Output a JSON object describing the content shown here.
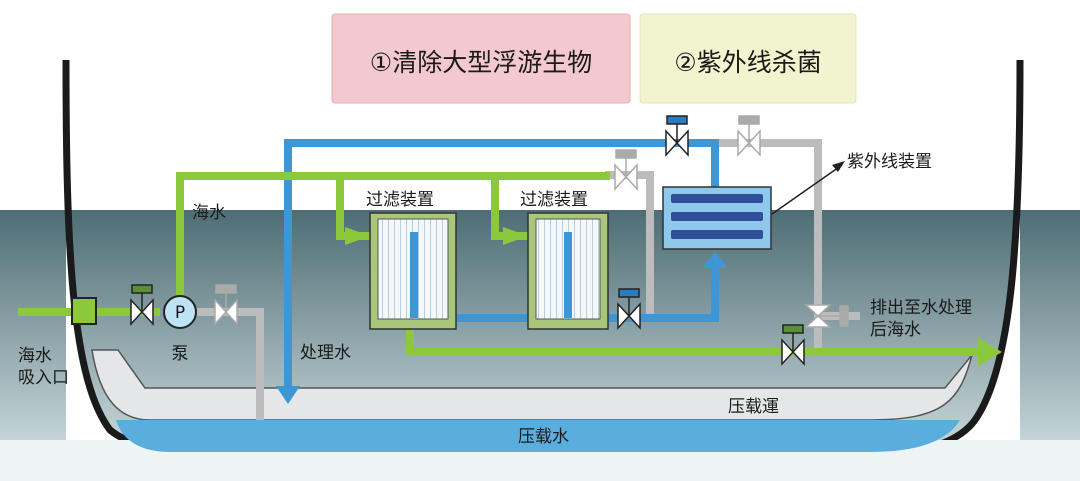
{
  "steps": {
    "step1": "①清除大型浮游生物",
    "step2": "②紫外线杀菌"
  },
  "labels": {
    "seawater": "海水",
    "filter1": "过滤装置",
    "filter2": "过滤装置",
    "uv_device": "紫外线装置",
    "inlet_line1": "海水",
    "inlet_line2": "吸入口",
    "pump": "泵",
    "pump_symbol": "P",
    "treated_water": "处理水",
    "discharge_line1": "排出至水处理",
    "discharge_line2": "后海水",
    "ballast_tank": "压载運",
    "ballast_water": "压载水"
  },
  "colors": {
    "sea": "#5f7f86",
    "ballast_water": "#5aaede",
    "seawater_pipe": "#8cc83c",
    "treated_pipe": "#3d97d6",
    "bypass_pipe": "#bcbcbc",
    "step1_box": "#f4c9cd",
    "step2_box": "#f2f4cf",
    "uv_box": "#8ec9ec",
    "lamp": "#2f4f9a"
  }
}
